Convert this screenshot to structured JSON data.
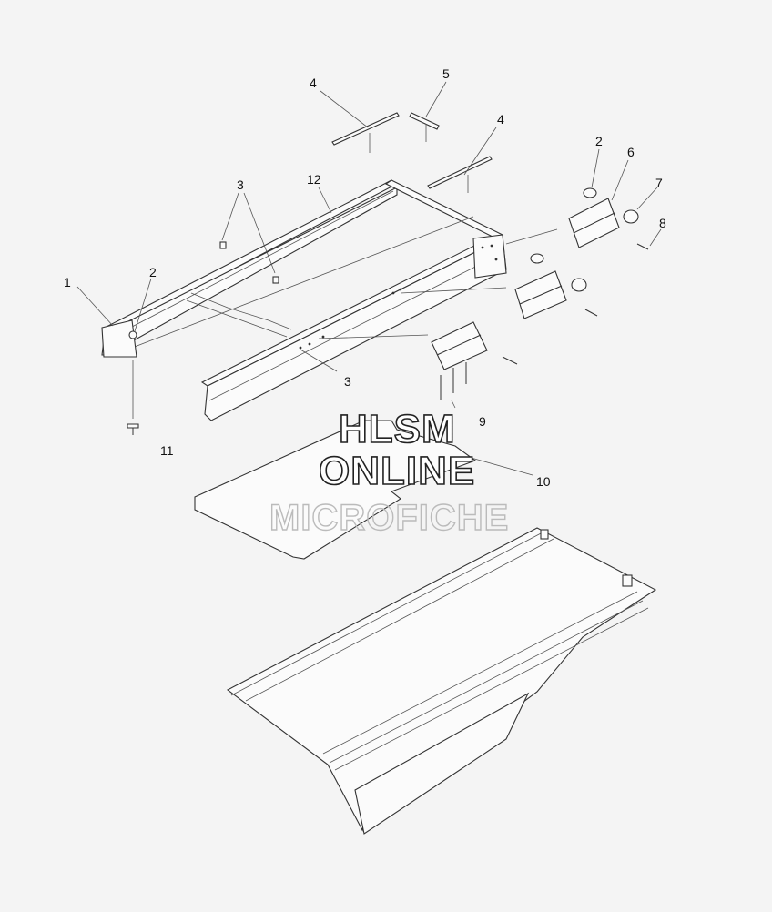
{
  "callouts": [
    "1",
    "2",
    "3",
    "4",
    "5",
    "6",
    "7",
    "8",
    "9",
    "10",
    "11",
    "12"
  ],
  "watermark": {
    "line1": "HLSM",
    "line2": "ONLINE",
    "line3": "MICROFICHE"
  }
}
